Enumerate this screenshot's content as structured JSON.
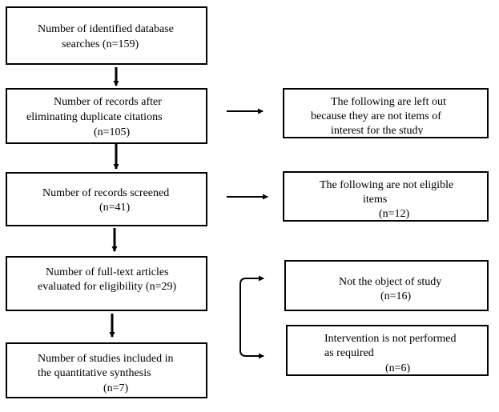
{
  "left_boxes": [
    {
      "lines": [
        "Number of identified database",
        "searches (n=159)"
      ]
    },
    {
      "lines": [
        "Number of records after",
        "eliminating duplicate citations",
        "(n=105)"
      ]
    },
    {
      "lines": [
        "Number of records screened",
        "(n=41)"
      ]
    },
    {
      "lines": [
        "Number of full-text articles",
        "evaluated for eligibility (n=29)"
      ]
    },
    {
      "lines": [
        "Number of studies included in",
        "the quantitative synthesis",
        "(n=7)"
      ]
    }
  ],
  "right_boxes": [
    {
      "lines": [
        "The following are left out",
        "because they are not items of",
        "interest for the study"
      ]
    },
    {
      "lines": [
        "The following are not eligible",
        "items",
        "(n=12)"
      ]
    },
    {
      "lines": [
        "Not the object of study",
        "(n=16)"
      ]
    },
    {
      "lines": [
        "Intervention is not performed",
        "as required",
        "(n=6)"
      ]
    }
  ]
}
